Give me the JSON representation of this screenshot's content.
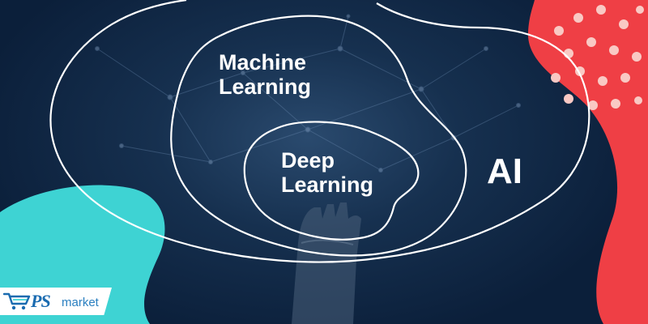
{
  "diagram": {
    "outer_label": "AI",
    "middle_label": "Machine\nLearning",
    "inner_label": "Deep\nLearning"
  },
  "logo": {
    "brand": "PS",
    "word": "market"
  },
  "colors": {
    "background": "#0b1f3a",
    "outline": "#ffffff",
    "teal_blob": "#3ed3d3",
    "red_blob": "#ef3f45",
    "dot": "#f9c9c4",
    "brand_blue": "#1a6bb0"
  },
  "icons": [
    "shopping-cart-icon",
    "network-mesh-icon",
    "robot-hand-icon"
  ]
}
